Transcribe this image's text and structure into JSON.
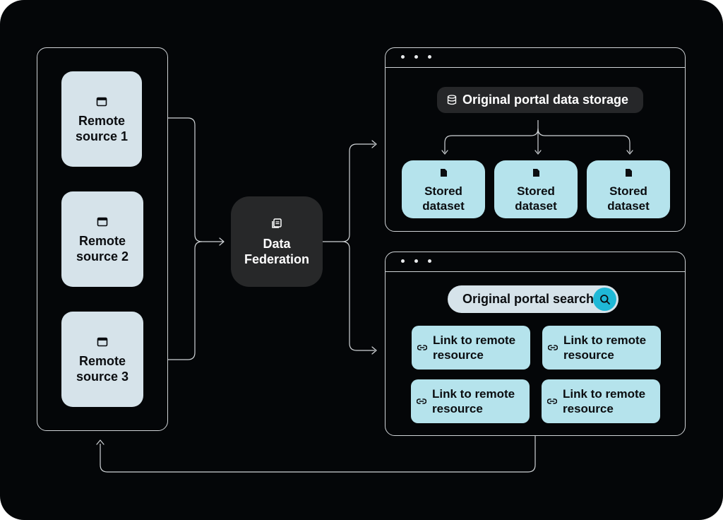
{
  "sources": [
    {
      "label_line1": "Remote",
      "label_line2": "source 1",
      "icon": "window-icon"
    },
    {
      "label_line1": "Remote",
      "label_line2": "source 2",
      "icon": "window-icon"
    },
    {
      "label_line1": "Remote",
      "label_line2": "source 3",
      "icon": "window-icon"
    }
  ],
  "federation": {
    "line1": "Data",
    "line2": "Federation",
    "icon": "data-federation-icon"
  },
  "storage": {
    "title": "Original portal data storage",
    "icon": "database-icon",
    "datasets": [
      {
        "line1": "Stored",
        "line2": "dataset",
        "icon": "file-icon"
      },
      {
        "line1": "Stored",
        "line2": "dataset",
        "icon": "file-icon"
      },
      {
        "line1": "Stored",
        "line2": "dataset",
        "icon": "file-icon"
      }
    ]
  },
  "search": {
    "title": "Original portal search",
    "icon": "search-icon",
    "links": [
      {
        "line1": "Link to remote",
        "line2": "resource",
        "icon": "link-icon"
      },
      {
        "line1": "Link to remote",
        "line2": "resource",
        "icon": "link-icon"
      },
      {
        "line1": "Link to remote",
        "line2": "resource",
        "icon": "link-icon"
      },
      {
        "line1": "Link to remote",
        "line2": "resource",
        "icon": "link-icon"
      }
    ]
  },
  "colors": {
    "background": "#040608",
    "source_card": "#d6e3ea",
    "result_card": "#b5e3ec",
    "federation_box": "#272829",
    "search_button": "#1fb8d6",
    "line": "#cfd3d6"
  }
}
